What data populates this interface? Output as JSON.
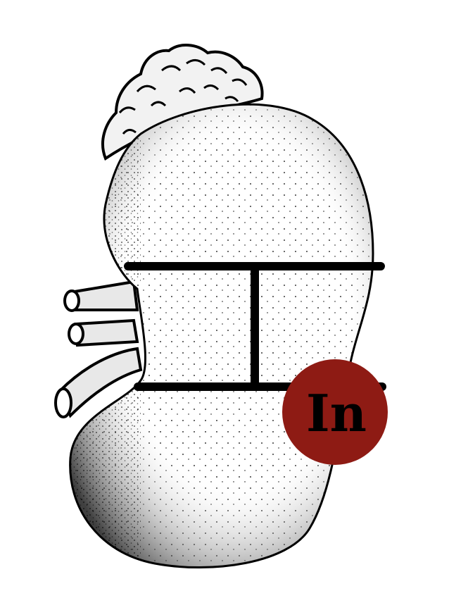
{
  "badge": {
    "label": "In",
    "fill": "#8e1b14",
    "text_color": "#000000"
  },
  "colors": {
    "ink": "#000000",
    "paper": "#ffffff",
    "kidney_fill": "#f4f4f4"
  },
  "icons": {
    "organ": "kidney-illustration",
    "gland": "adrenal-gland",
    "vessels": "renal-vessels-and-ureter",
    "marker": "i-beam-bracket"
  }
}
